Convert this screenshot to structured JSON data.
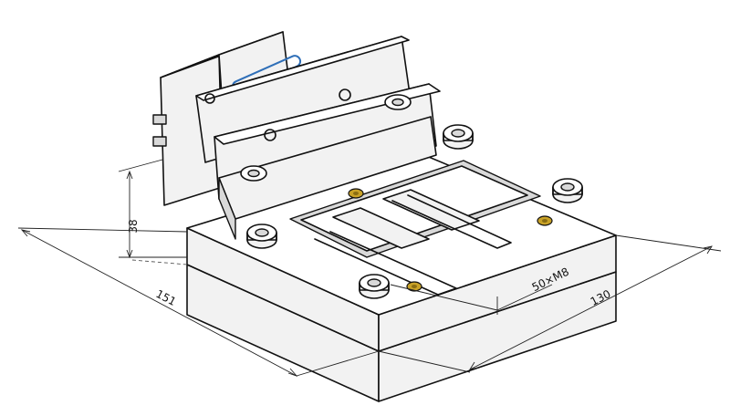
{
  "dimensions": {
    "height": "38",
    "length": "151",
    "width": "130",
    "thread": "50×M8"
  },
  "colors": {
    "line": "#111111",
    "pin_fill": "#c9a227",
    "background": "#ffffff",
    "slot_highlight": "#2f6fb8"
  },
  "icons": {
    "bolt": "socket-head-cap-screw",
    "pin": "locating-pin"
  }
}
